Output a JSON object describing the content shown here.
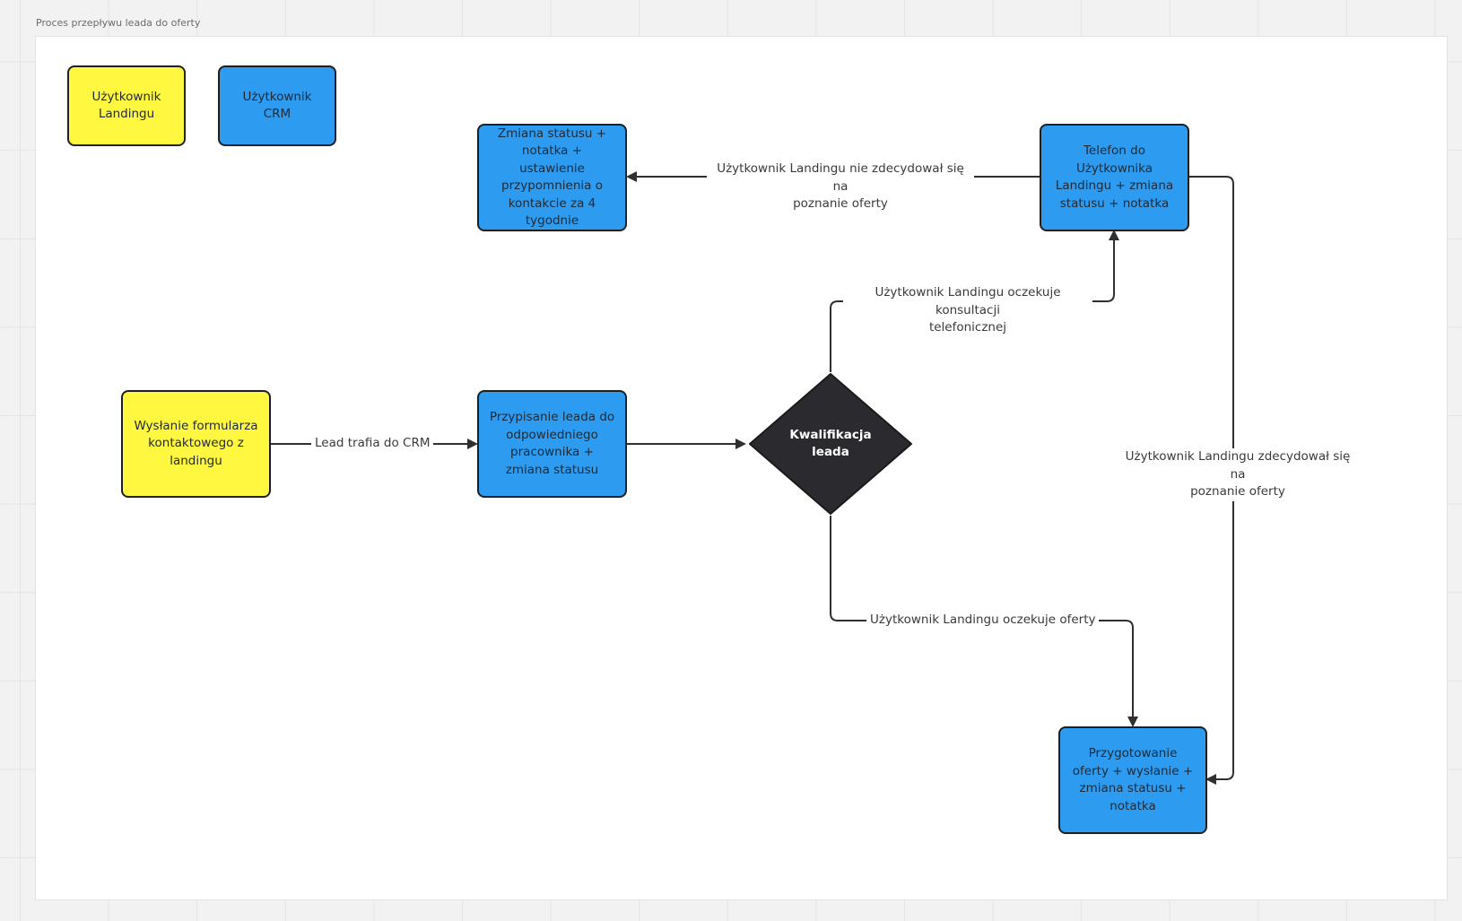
{
  "frame": {
    "title": "Proces przepływu leada do oferty"
  },
  "colors": {
    "landing_user": "#fff740",
    "crm_user": "#2d9bf0",
    "decision": "#2b2b2f",
    "connector": "#2f2f2f"
  },
  "legend": [
    {
      "label": "Użytkownik\nLandingu",
      "color": "#fff740"
    },
    {
      "label": "Użytkownik\nCRM",
      "color": "#2d9bf0"
    }
  ],
  "nodes": {
    "form": "Wysłanie formularza kontaktowego z landingu",
    "assign": "Przypisanie leada do odpowiedniego pracownika + zmiana statusu",
    "qualify": "Kwalifikacja\nleada",
    "phone": "Telefon do Użytkownika Landingu + zmiana statusu + notatka",
    "status_reminder": "Zmiana statusu + notatka + ustawienie przypomnienia o kontakcie za 4 tygodnie",
    "offer": "Przygotowanie oferty + wysłanie + zmiana statusu + notatka"
  },
  "edges": {
    "to_crm": "Lead trafia do CRM",
    "expects_call": "Użytkownik Landingu oczekuje konsultacji\ntelefonicznej",
    "expects_offer": "Użytkownik Landingu oczekuje oferty",
    "declined": "Użytkownik Landingu nie zdecydował się na\npoznanie oferty",
    "accepted": "Użytkownik Landingu zdecydował się na\npoznanie oferty"
  }
}
